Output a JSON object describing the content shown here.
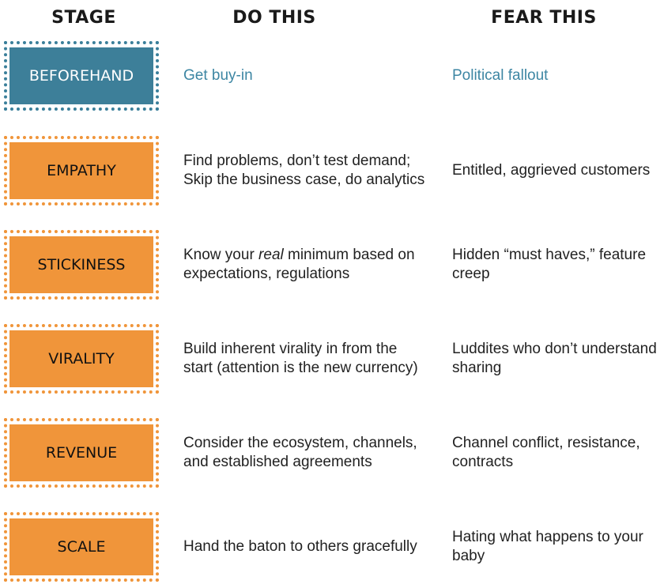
{
  "headers": {
    "stage": "STAGE",
    "do_this": "DO THIS",
    "fear_this": "FEAR THIS"
  },
  "colors": {
    "accent_teal": "#3d7f99",
    "accent_orange": "#f0953a"
  },
  "rows": [
    {
      "stage": "BEFOREHAND",
      "do_this": {
        "line1": "Get buy-in",
        "line2": ""
      },
      "fear_this": {
        "line1": "Political fallout",
        "line2": ""
      }
    },
    {
      "stage": "EMPATHY",
      "do_this": {
        "line1": "Find problems, don’t test demand;",
        "line2": "Skip the business case, do analytics"
      },
      "fear_this": {
        "line1": "Entitled, aggrieved customers",
        "line2": ""
      }
    },
    {
      "stage": "STICKINESS",
      "do_this": {
        "line1_pre": "Know your ",
        "line1_em": "real",
        "line1_post": " minimum based on",
        "line2": "expectations, regulations"
      },
      "fear_this": {
        "line1": "Hidden “must haves,” feature",
        "line2": "creep"
      }
    },
    {
      "stage": "VIRALITY",
      "do_this": {
        "line1": "Build inherent virality in from the",
        "line2": "start (attention is the new currency)"
      },
      "fear_this": {
        "line1": "Luddites who don’t understand",
        "line2": "sharing"
      }
    },
    {
      "stage": "REVENUE",
      "do_this": {
        "line1": "Consider the ecosystem, channels,",
        "line2": "and established agreements"
      },
      "fear_this": {
        "line1": "Channel conflict, resistance,",
        "line2": "contracts"
      }
    },
    {
      "stage": "SCALE",
      "do_this": {
        "line1": "Hand the baton to others gracefully",
        "line2": ""
      },
      "fear_this": {
        "line1": "Hating what happens to your",
        "line2": "baby"
      }
    }
  ]
}
